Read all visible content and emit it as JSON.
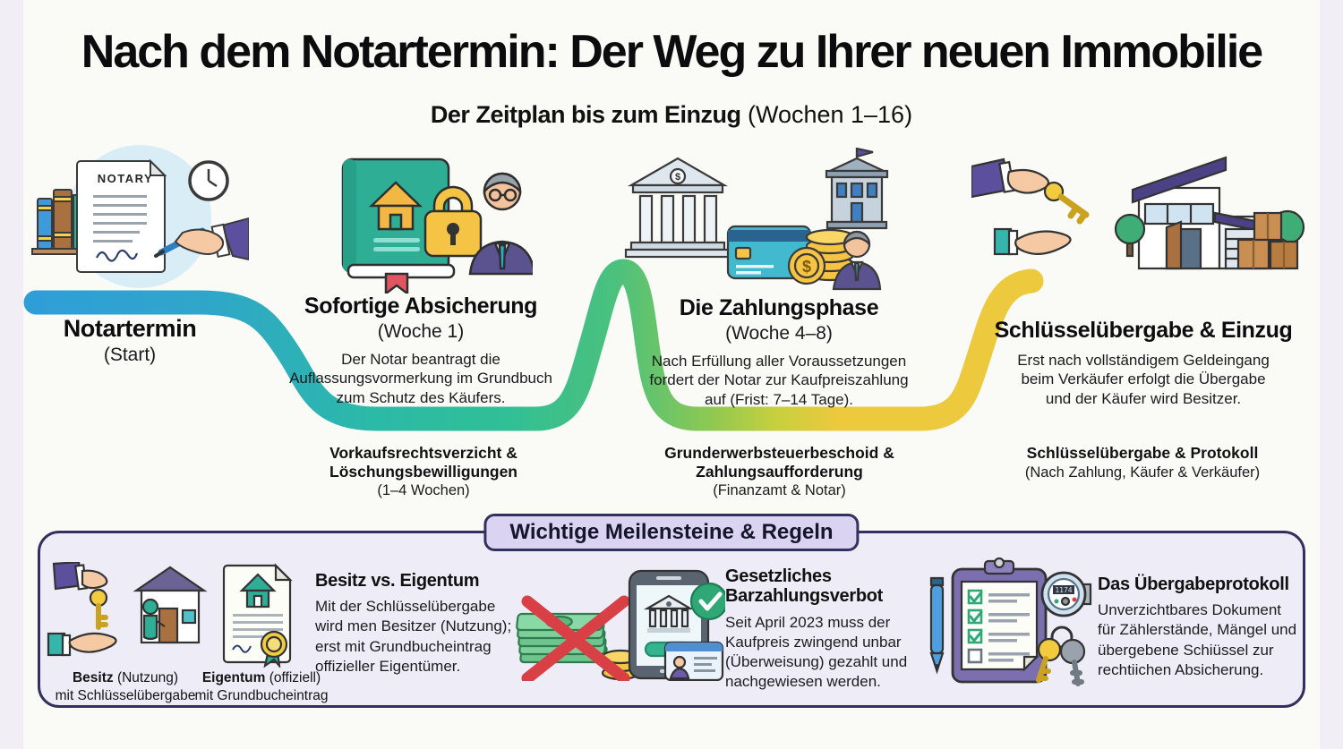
{
  "colors": {
    "ribbon_blue": "#2f9ed8",
    "ribbon_teal": "#2bbaa6",
    "ribbon_green": "#4cc17c",
    "ribbon_yellow": "#edc93d",
    "panel_bg": "#edecf7",
    "panel_border": "#34305e",
    "badge_bg": "#dad3f1",
    "red_cross": "#d94046",
    "gold": "#f6c445",
    "teal_icon": "#2fae96",
    "purple_suit": "#5b5390"
  },
  "header": {
    "title": "Nach dem Notartermin: Der Weg zu Ihrer neuen Immobilie",
    "subtitle_bold": "Der Zeitplan bis zum Einzug",
    "subtitle_rest": " (Wochen 1–16)"
  },
  "stage1_doc_label": "NOTARY",
  "stages": [
    {
      "name": "Notartermin",
      "sub": "(Start)"
    },
    {
      "name": "Sofortige Absicherung",
      "sub": "(Woche 1)",
      "desc_lines": [
        "Der Notar beantragt die",
        "Auflassungsvormerkung im Grundbuch",
        "zum Schutz des Käufers."
      ]
    },
    {
      "name": "Die Zahlungsphase",
      "sub": "(Woche 4–8)",
      "desc_lines": [
        "Nach Erfüllung aller Voraussetzungen",
        "fordert der Notar zur Kaufpreiszahlung",
        "auf (Frist: 7–14 Tage)."
      ]
    },
    {
      "name": "Schlüsselübergabe & Einzug",
      "desc_lines": [
        "Erst nach vollständigem Geldeingang",
        "beim Verkäufer erfolgt die Übergabe",
        "und der Käufer wird Besitzer."
      ]
    }
  ],
  "milestone_captions": [
    {
      "lines": [
        "Vorkaufsrechtsverzicht &",
        "Löschungsbewilligungen"
      ],
      "note": "(1–4 Wochen)"
    },
    {
      "lines": [
        "Grunderwerbsteuerbeschoid &",
        "Zahlungsaufforderung"
      ],
      "note": "(Finanzamt & Notar)"
    },
    {
      "lines": [
        "Schlüsselübergabe & Protokoll"
      ],
      "note": "(Nach Zahlung, Käufer & Verkäufer)"
    }
  ],
  "rules_panel": {
    "badge": "Wichtige Meilensteine & Regeln",
    "possession": {
      "heading": "Besitz vs. Eigentum",
      "body_lines": [
        "Mit der Schlüsselübergabe",
        "wird men Besitzer (Nutzung);",
        "erst mit Grundbucheintrag",
        "offizieller Eigentümer."
      ],
      "icon_captions": [
        {
          "bold": "Besitz",
          "rest": " (Nutzung)",
          "line2": "mit Schlüsselübergabe"
        },
        {
          "bold": "Eigentum",
          "rest": " (offiziell)",
          "line2": "mit Grundbucheintrag"
        }
      ]
    },
    "cash_ban": {
      "heading_lines": [
        "Gesetzliches",
        "Barzahlungsverbot"
      ],
      "body_lines": [
        "Seit April 2023 muss der",
        "Kaufpreis zwingend unbar",
        "(Überweisung) gezahlt und",
        "nachgewiesen werden."
      ]
    },
    "protocol": {
      "heading": "Das Übergabeprotokoll",
      "body_lines": [
        "Unverzichtbares Dokument",
        "für Zählerstände, Mängel und",
        "übergebene Schiüssel zur",
        "rechtiichen Absicherung."
      ]
    }
  }
}
